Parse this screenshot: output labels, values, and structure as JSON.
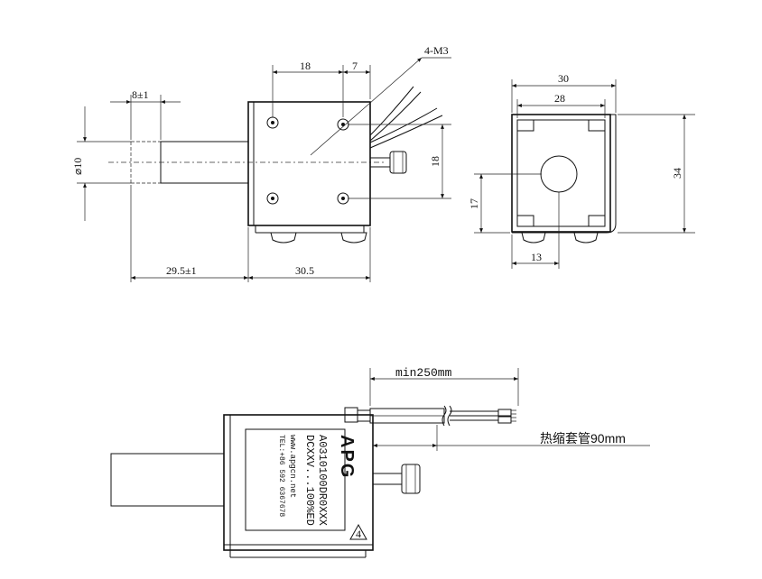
{
  "dims": {
    "d18": "18",
    "d7": "7",
    "m3": "4-M3",
    "d8": "8±1",
    "d10": "⌀10",
    "d18v": "18",
    "d295": "29.5±1",
    "d305": "30.5",
    "d30": "30",
    "d28": "28",
    "d34": "34",
    "d17": "17",
    "d13": "13"
  },
  "bottom": {
    "lead": "min250mm",
    "sleeve": "热缩套管90mm"
  },
  "label": {
    "logo": "APG",
    "line1": "A0310100DR0XXX",
    "line2": "DCXXV...100%ED",
    "line3": "www.apgcn.net",
    "line4": "TEL:+86 592 6367678",
    "mark": "4"
  }
}
